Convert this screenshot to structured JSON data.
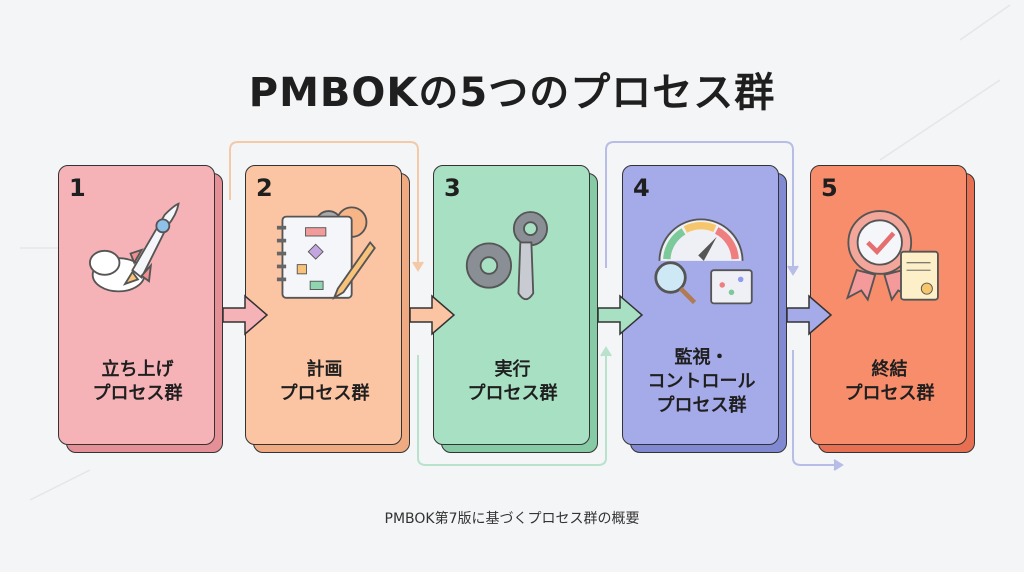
{
  "title": "PMBOKの5つのプロセス群",
  "caption": "PMBOK第7版に基づくプロセス群の概要",
  "cards": [
    {
      "number": "1",
      "lines": [
        "立ち上げ",
        "プロセス群"
      ],
      "icon": "rocket-icon",
      "color": "#f5b3b8",
      "shade": "#e58f97"
    },
    {
      "number": "2",
      "lines": [
        "計画",
        "プロセス群"
      ],
      "icon": "flowchart-notebook-icon",
      "color": "#fbc4a2",
      "shade": "#f0aa82"
    },
    {
      "number": "3",
      "lines": [
        "実行",
        "プロセス群"
      ],
      "icon": "gear-wrench-icon",
      "color": "#a8e0c3",
      "shade": "#86caa6"
    },
    {
      "number": "4",
      "lines": [
        "監視・",
        "コントロール",
        "プロセス群"
      ],
      "icon": "gauge-magnifier-icon",
      "color": "#a5aae8",
      "shade": "#8289d3"
    },
    {
      "number": "5",
      "lines": [
        "終結",
        "プロセス群"
      ],
      "icon": "certificate-badge-icon",
      "color": "#f88d6c",
      "shade": "#e87052"
    }
  ]
}
